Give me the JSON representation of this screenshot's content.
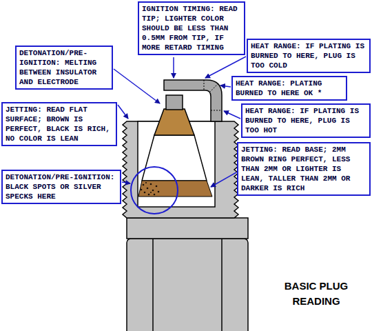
{
  "diagram": {
    "title": "BASIC PLUG READING",
    "nodes": [
      {
        "text": [
          "IGNITION TIMING: READ TIP; LIGHTER COLOR SHOULD BE LESS THAN 0.5MM FROM TIP, IF MORE RETARD TIMING"
        ]
      },
      {
        "text": [
          "DETONATION/PRE-IGNITION: MELTING BETWEEN INSULATOR AND ELECTRODE"
        ]
      },
      {
        "text": [
          "HEAT RANGE: IF PLATING IS BURNED TO HERE, PLUG IS TOO COLD"
        ]
      },
      {
        "text": [
          "HEAT RANGE: PLATING BURNED TO HERE OK *"
        ]
      },
      {
        "text": [
          "HEAT RANGE: IF PLATING IS BURNED TO HERE, PLUG IS TOO HOT"
        ]
      },
      {
        "text": [
          "JETTING: READ FLAT SURFACE; BROWN IS PERFECT, BLACK IS RICH, NO COLOR IS LEAN"
        ]
      },
      {
        "text": [
          "JETTING: READ BASE; 2MM BROWN RING PERFECT, LESS THAN 2MM OR LIGHTER IS LEAN, TALLER THAN 2MM OR DARKER IS RICH"
        ]
      },
      {
        "text": [
          "DETONATION/PRE-IGNITION: BLACK SPOTS OR SILVER SPECKS HERE"
        ]
      }
    ]
  }
}
